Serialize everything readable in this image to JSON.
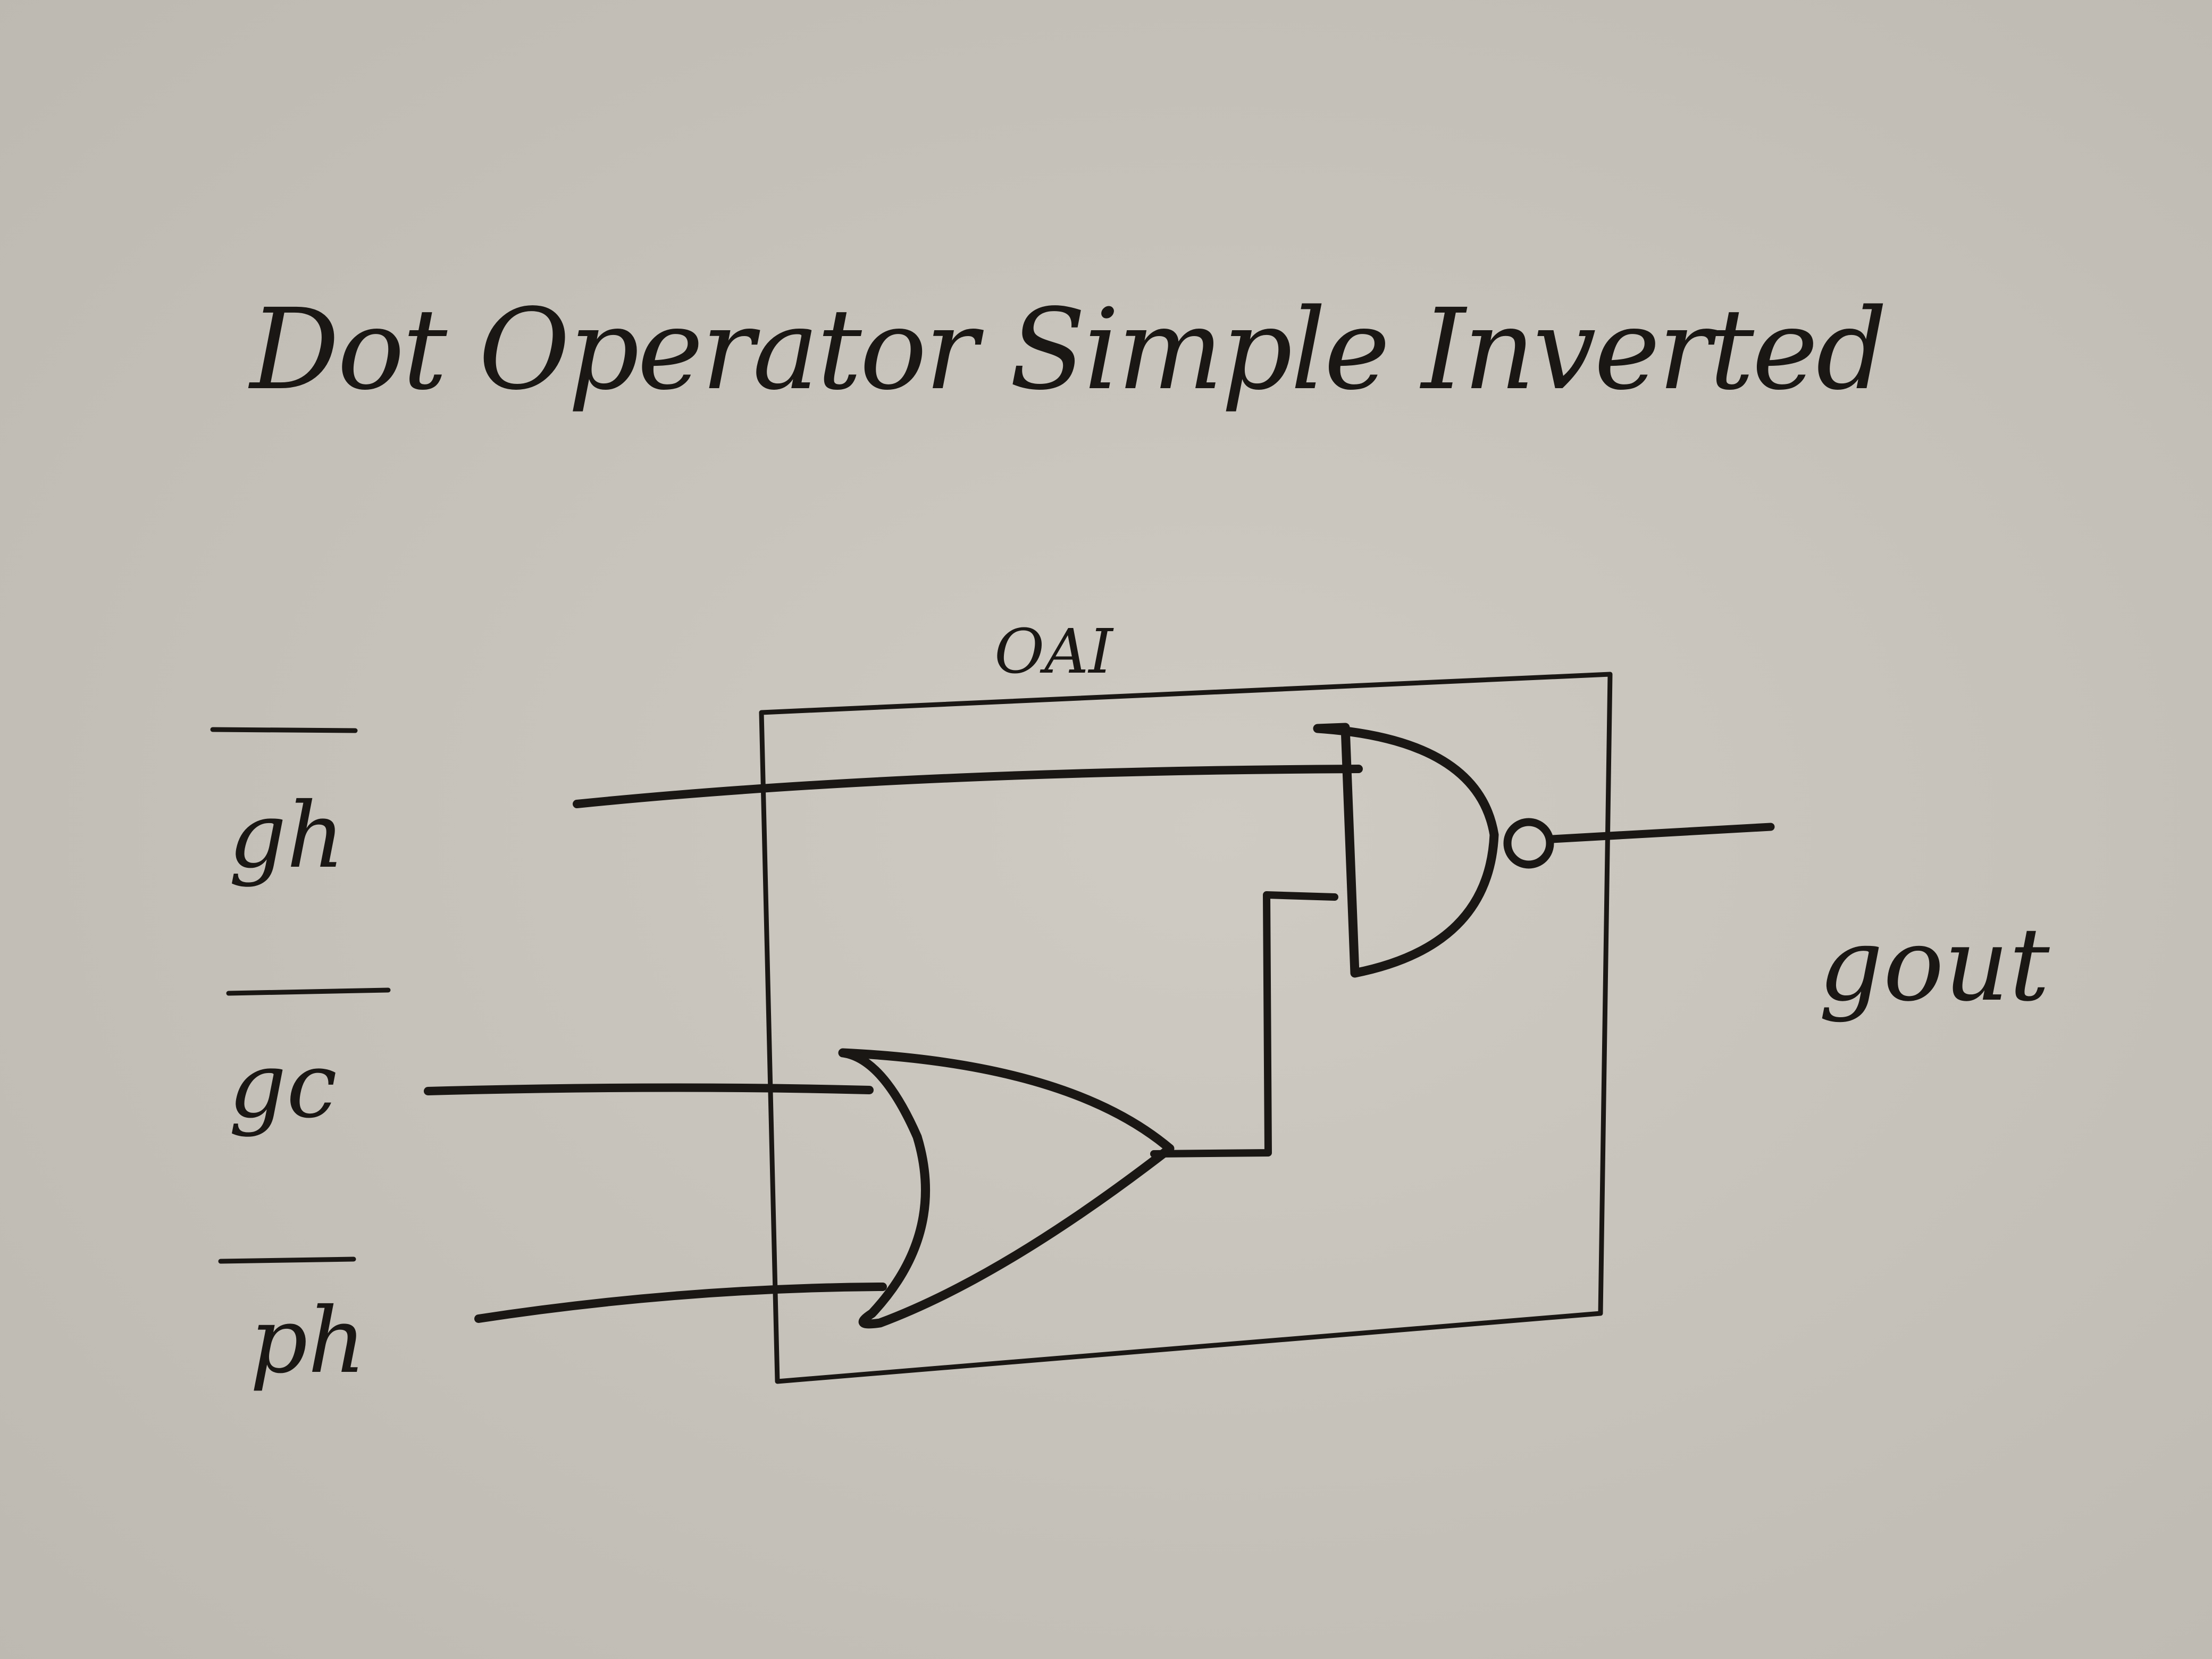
{
  "diagram": {
    "title": "Dot Operator Simple Inverted",
    "block_label": "OAI",
    "inputs": [
      {
        "id": "gh",
        "label": "gh",
        "inverted": true
      },
      {
        "id": "gc",
        "label": "gc",
        "inverted": true
      },
      {
        "id": "ph",
        "label": "ph",
        "inverted": true
      }
    ],
    "output": {
      "label": "gout"
    },
    "gates": [
      {
        "type": "OR",
        "inputs": [
          "gc",
          "ph"
        ]
      },
      {
        "type": "NAND",
        "inputs": [
          "gh",
          "OR"
        ]
      }
    ]
  },
  "colors": {
    "paper": "#c9c5bd",
    "ink": "#1a1714"
  }
}
